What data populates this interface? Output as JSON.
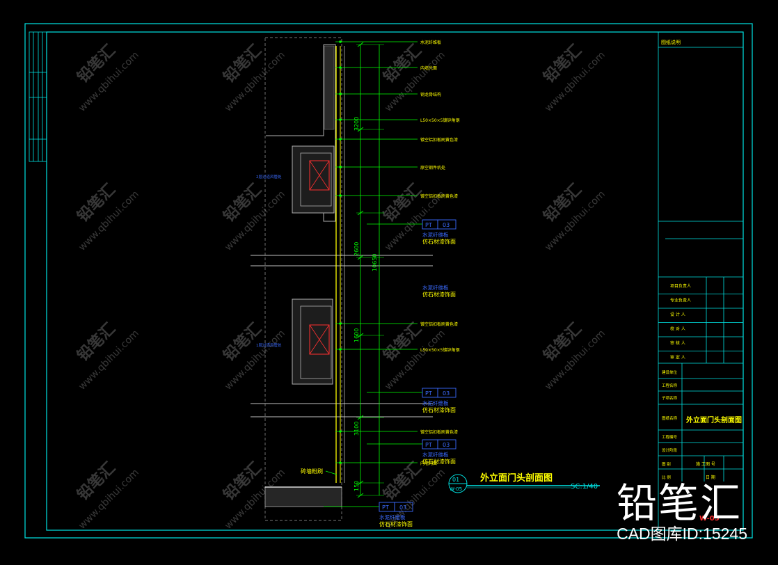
{
  "drawing": {
    "title": "外立面门头剖面图",
    "scale": "SC:1/40",
    "section_no": "01",
    "sheet_ref": "W-05",
    "sheet_code": "W-05"
  },
  "labels_right": [
    "水泥纤维板",
    "内墙光面",
    "钢龙骨结构",
    "L50×50×5镀锌角钢",
    "镀空铝扣板刷黄色漆",
    "原空钢件机处",
    "镀空铝扣板刷黄色漆",
    "镀空铝扣板刷黄色漆",
    "L50×50×5镀锌角钢",
    "镀空铝扣板刷黄色漆",
    "内墙光面"
  ],
  "labels_left": [
    "2层过道风管处",
    "1层过道风管处",
    "砖墙粉刷"
  ],
  "tags": [
    {
      "code": "PT",
      "num": "03",
      "line1": "水泥纤维板",
      "line2": "仿石材漆饰面"
    },
    {
      "code": "",
      "num": "",
      "line1": "水泥纤维板",
      "line2": "仿石材漆饰面"
    },
    {
      "code": "PT",
      "num": "03",
      "line1": "水泥纤维板",
      "line2": "仿石材漆饰面"
    },
    {
      "code": "PT",
      "num": "03",
      "line1": "水泥纤维板",
      "line2": "仿石材漆饰面"
    },
    {
      "code": "PT",
      "num": "03",
      "line1": "水泥纤维板",
      "line2": "仿石材漆饰面"
    }
  ],
  "dimensions": [
    "3200",
    "2600",
    "1600",
    "3100",
    "150",
    "10650"
  ],
  "title_block": {
    "header": "图纸说明",
    "roles": [
      "项目负责人",
      "专业负责人",
      "设 计 人",
      "校 对 人",
      "审 核 人",
      "审 定 人"
    ],
    "fields": [
      "建设单位",
      "工程名称",
      "子项名称",
      "图纸名称",
      "工程编号",
      "设计阶段",
      "图 别",
      "比 例"
    ],
    "drawing_name": "外立面门头剖面图",
    "stage_value": "施 工",
    "right_fields": [
      "图 号",
      "日 期"
    ]
  },
  "watermark": {
    "brand": "铅笔汇",
    "site": "www.qbihui.com",
    "id_text": "CAD图库ID:15245"
  },
  "colors": {
    "frame": "#00e5e5",
    "dim": "#00ff00",
    "tag": "#3b6bff",
    "label": "#ffff00",
    "wall": "#b0b0b0",
    "red": "#ff3030"
  }
}
